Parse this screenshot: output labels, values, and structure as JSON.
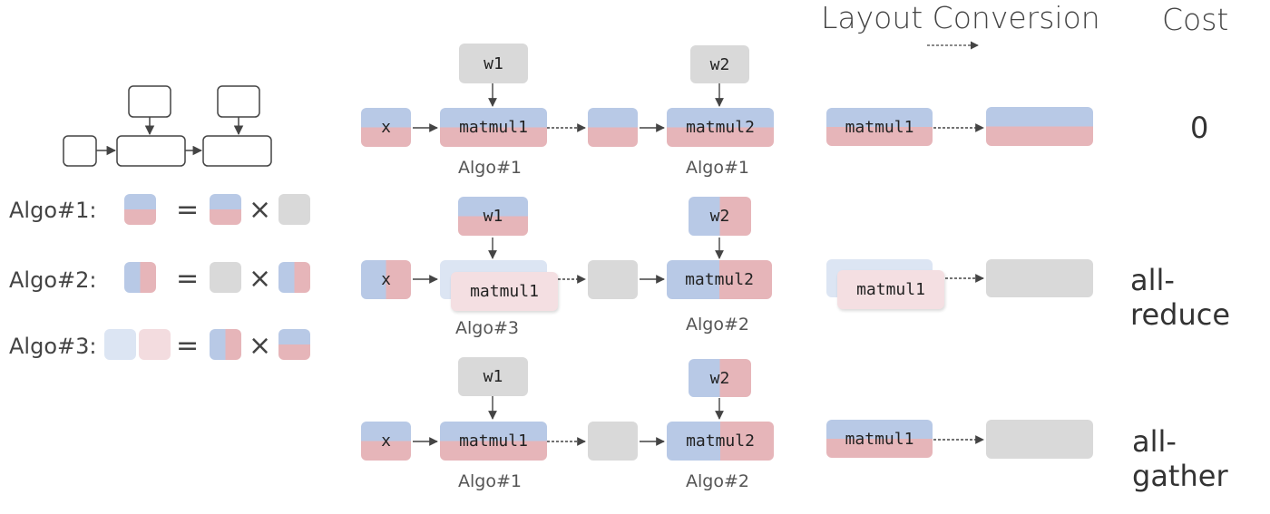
{
  "header": {
    "layout_conversion": "Layout Conversion",
    "cost": "Cost"
  },
  "legend": {
    "algo1": "Algo#1:",
    "algo2": "Algo#2:",
    "algo3": "Algo#3:",
    "equals": "=",
    "times": "×"
  },
  "nodes": {
    "x": "x",
    "w1": "w1",
    "w2": "w2",
    "matmul1": "matmul1",
    "matmul2": "matmul2"
  },
  "rows": [
    {
      "caption1": "Algo#1",
      "caption2": "Algo#1",
      "cost": "0"
    },
    {
      "caption1": "Algo#3",
      "caption2": "Algo#2",
      "cost": "all-reduce"
    },
    {
      "caption1": "Algo#1",
      "caption2": "Algo#2",
      "cost": "all-gather"
    }
  ],
  "colors": {
    "blue": "#b8c9e6",
    "red": "#e6b5b9",
    "gray": "#d9d9d9",
    "light_blue": "#dce5f3",
    "light_red": "#f3dcdf"
  }
}
